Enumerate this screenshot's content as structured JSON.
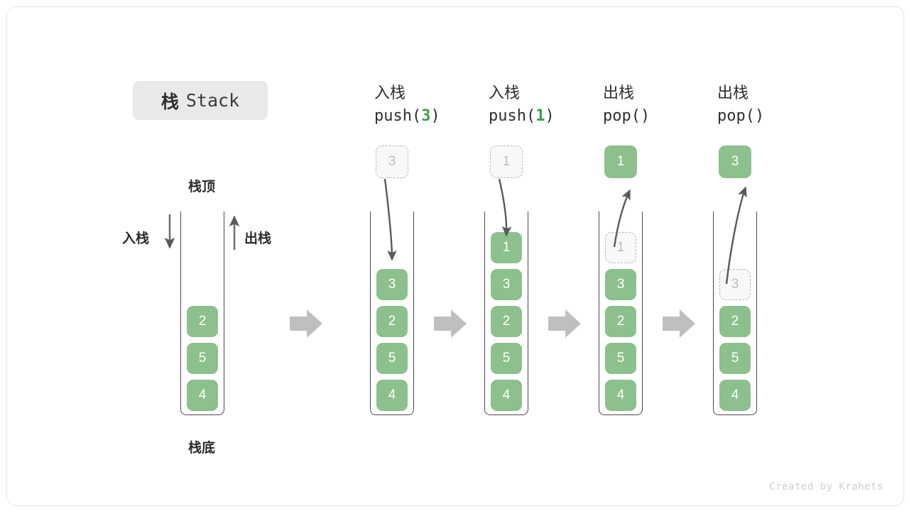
{
  "title": {
    "cn": "栈",
    "en": "Stack"
  },
  "labels": {
    "top": "栈顶",
    "bottom": "栈底",
    "push": "入栈",
    "pop": "出栈"
  },
  "credit": "Created by Krahets",
  "colors": {
    "cell_fill": "#8cc08c",
    "cell_text": "#ffffff",
    "ghost_fill": "#f8f8f8",
    "ghost_border": "#b9b9b9",
    "ghost_text": "#bdbdbd",
    "accent_green": "#3a9e4a",
    "badge_bg": "#e9e9e9",
    "arrow_gray": "#bfbfbf",
    "stroke_dark": "#4a4a4a"
  },
  "initial_stack": {
    "label_top": "栈顶",
    "label_bottom": "栈底",
    "push_label": "入栈",
    "pop_label": "出栈",
    "cells": [
      "2",
      "5",
      "4"
    ]
  },
  "steps": [
    {
      "head_cn": "入栈",
      "head_code_prefix": "push(",
      "head_code_num": "3",
      "head_code_suffix": ")",
      "operation": "push",
      "float_cell": {
        "value": "3",
        "style": "ghost"
      },
      "cells": [
        {
          "value": "3",
          "style": "filled"
        },
        {
          "value": "2",
          "style": "filled"
        },
        {
          "value": "5",
          "style": "filled"
        },
        {
          "value": "4",
          "style": "filled"
        }
      ]
    },
    {
      "head_cn": "入栈",
      "head_code_prefix": "push(",
      "head_code_num": "1",
      "head_code_suffix": ")",
      "operation": "push",
      "float_cell": {
        "value": "1",
        "style": "ghost"
      },
      "cells": [
        {
          "value": "1",
          "style": "filled"
        },
        {
          "value": "3",
          "style": "filled"
        },
        {
          "value": "2",
          "style": "filled"
        },
        {
          "value": "5",
          "style": "filled"
        },
        {
          "value": "4",
          "style": "filled"
        }
      ]
    },
    {
      "head_cn": "出栈",
      "head_code_prefix": "pop(",
      "head_code_num": "",
      "head_code_suffix": ")",
      "operation": "pop",
      "float_cell": {
        "value": "1",
        "style": "filled"
      },
      "cells": [
        {
          "value": "1",
          "style": "ghost"
        },
        {
          "value": "3",
          "style": "filled"
        },
        {
          "value": "2",
          "style": "filled"
        },
        {
          "value": "5",
          "style": "filled"
        },
        {
          "value": "4",
          "style": "filled"
        }
      ]
    },
    {
      "head_cn": "出栈",
      "head_code_prefix": "pop(",
      "head_code_num": "",
      "head_code_suffix": ")",
      "operation": "pop",
      "float_cell": {
        "value": "3",
        "style": "filled"
      },
      "cells": [
        {
          "value": "3",
          "style": "ghost"
        },
        {
          "value": "2",
          "style": "filled"
        },
        {
          "value": "5",
          "style": "filled"
        },
        {
          "value": "4",
          "style": "filled"
        }
      ]
    }
  ],
  "flow_arrows": 4
}
